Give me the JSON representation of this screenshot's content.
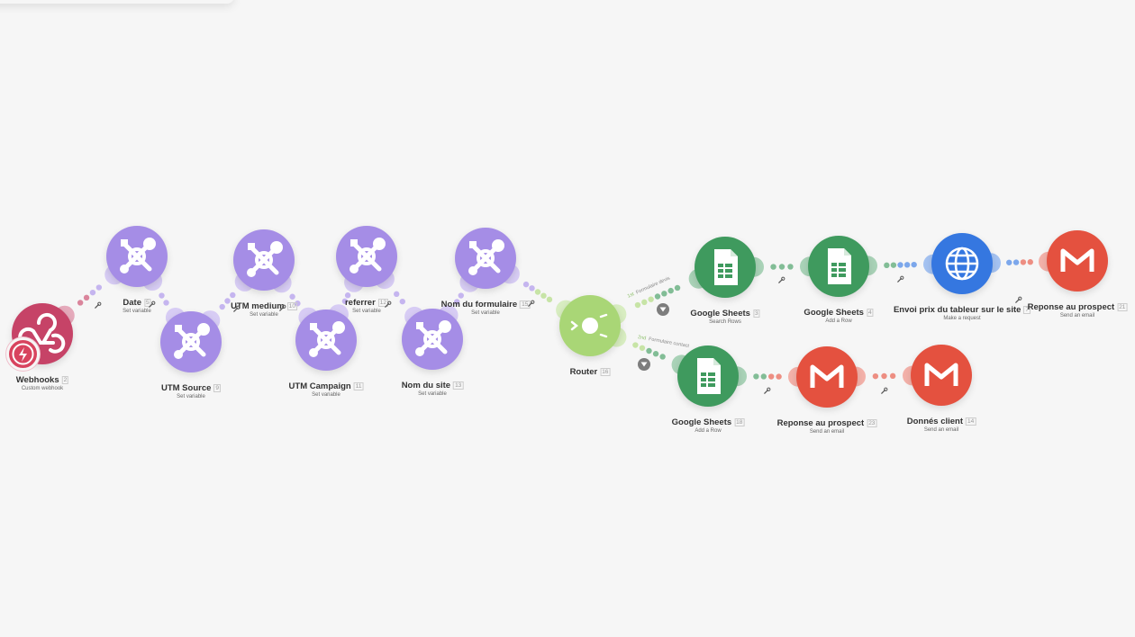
{
  "scenario": {
    "modules": [
      {
        "id": "webhooks",
        "title": "Webhooks",
        "number": "2",
        "subtitle": "Custom webhook",
        "kind": "webhook",
        "icon": "webhook-icon"
      },
      {
        "id": "date",
        "title": "Date",
        "number": "5",
        "subtitle": "Set variable",
        "kind": "tools",
        "icon": "tools-icon"
      },
      {
        "id": "utm-source",
        "title": "UTM Source",
        "number": "9",
        "subtitle": "Set variable",
        "kind": "tools",
        "icon": "tools-icon"
      },
      {
        "id": "utm-medium",
        "title": "UTM medium",
        "number": "10",
        "subtitle": "Set variable",
        "kind": "tools",
        "icon": "tools-icon"
      },
      {
        "id": "utm-campaign",
        "title": "UTM Campaign",
        "number": "11",
        "subtitle": "Set variable",
        "kind": "tools",
        "icon": "tools-icon"
      },
      {
        "id": "referrer",
        "title": "referrer",
        "number": "12",
        "subtitle": "Set variable",
        "kind": "tools",
        "icon": "tools-icon"
      },
      {
        "id": "nom-du-site",
        "title": "Nom du site",
        "number": "13",
        "subtitle": "Set variable",
        "kind": "tools",
        "icon": "tools-icon"
      },
      {
        "id": "nom-du-formulaire",
        "title": "Nom du formulaire",
        "number": "15",
        "subtitle": "Set variable",
        "kind": "tools",
        "icon": "tools-icon"
      },
      {
        "id": "router",
        "title": "Router",
        "number": "16",
        "subtitle": "",
        "kind": "router",
        "icon": "router-icon"
      },
      {
        "id": "sheets-search",
        "title": "Google Sheets",
        "number": "3",
        "subtitle": "Search Rows",
        "kind": "sheets",
        "icon": "google-sheets-icon"
      },
      {
        "id": "sheets-add-row",
        "title": "Google Sheets",
        "number": "4",
        "subtitle": "Add a Row",
        "kind": "sheets",
        "icon": "google-sheets-icon"
      },
      {
        "id": "http-request",
        "title": "Envoi prix du tableur sur le site",
        "number": "7",
        "subtitle": "Make a request",
        "kind": "http",
        "icon": "globe-icon"
      },
      {
        "id": "gmail-reponse-1",
        "title": "Reponse au prospect",
        "number": "21",
        "subtitle": "Send an email",
        "kind": "gmail",
        "icon": "gmail-icon"
      },
      {
        "id": "sheets-add-row-2",
        "title": "Google Sheets",
        "number": "18",
        "subtitle": "Add a Row",
        "kind": "sheets",
        "icon": "google-sheets-icon"
      },
      {
        "id": "gmail-reponse-2",
        "title": "Reponse au prospect",
        "number": "23",
        "subtitle": "Send an email",
        "kind": "gmail",
        "icon": "gmail-icon"
      },
      {
        "id": "gmail-donnes-client",
        "title": "Donnés client",
        "number": "14",
        "subtitle": "Send an email",
        "kind": "gmail",
        "icon": "gmail-icon"
      }
    ],
    "routes": [
      {
        "order": "1st",
        "label": "Formulaire devis"
      },
      {
        "order": "2nd",
        "label": "Formulaire contact"
      }
    ],
    "colors": {
      "webhook": "#c64367",
      "tools": "#a58de6",
      "router": "#a9d676",
      "sheets": "#3f9a5e",
      "http": "#3577e0",
      "gmail": "#e4513f",
      "canvas": "#f6f6f6"
    }
  }
}
